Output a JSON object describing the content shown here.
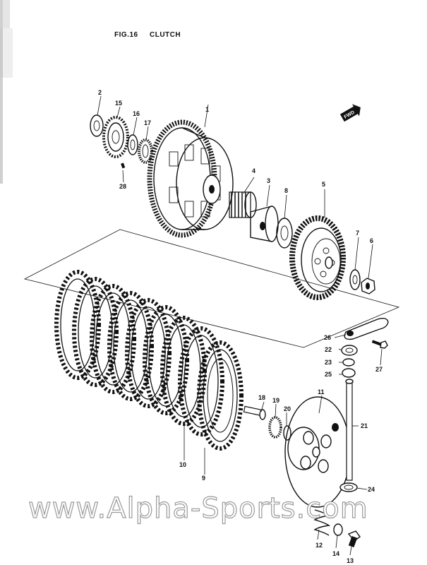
{
  "figure": {
    "title": "FIG.16",
    "subtitle": "CLUTCH",
    "front_marker": "FWD"
  },
  "callouts": [
    {
      "id": "1",
      "part": "primary driven gear"
    },
    {
      "id": "2",
      "part": "washer"
    },
    {
      "id": "3",
      "part": "spacer"
    },
    {
      "id": "4",
      "part": "needle bearing"
    },
    {
      "id": "5",
      "part": "clutch sleeve hub"
    },
    {
      "id": "6",
      "part": "nut"
    },
    {
      "id": "7",
      "part": "lock washer"
    },
    {
      "id": "8",
      "part": "thrust washer"
    },
    {
      "id": "9",
      "part": "drive plate"
    },
    {
      "id": "10",
      "part": "driven plate"
    },
    {
      "id": "11",
      "part": "pressure plate"
    },
    {
      "id": "12",
      "part": "clutch spring"
    },
    {
      "id": "13",
      "part": "bolt"
    },
    {
      "id": "14",
      "part": "washer"
    },
    {
      "id": "15",
      "part": "oil pump drive gear"
    },
    {
      "id": "16",
      "part": "spacer"
    },
    {
      "id": "17",
      "part": "bearing"
    },
    {
      "id": "18",
      "part": "push piece"
    },
    {
      "id": "19",
      "part": "bearing"
    },
    {
      "id": "20",
      "part": "washer"
    },
    {
      "id": "21",
      "part": "push rod"
    },
    {
      "id": "22",
      "part": "oil seal"
    },
    {
      "id": "23",
      "part": "washer"
    },
    {
      "id": "24",
      "part": "oil seal"
    },
    {
      "id": "25",
      "part": "o-ring"
    },
    {
      "id": "26",
      "part": "release arm"
    },
    {
      "id": "27",
      "part": "bolt"
    },
    {
      "id": "28",
      "part": "pin"
    }
  ],
  "watermark": "www.Alpha-Sports.com"
}
